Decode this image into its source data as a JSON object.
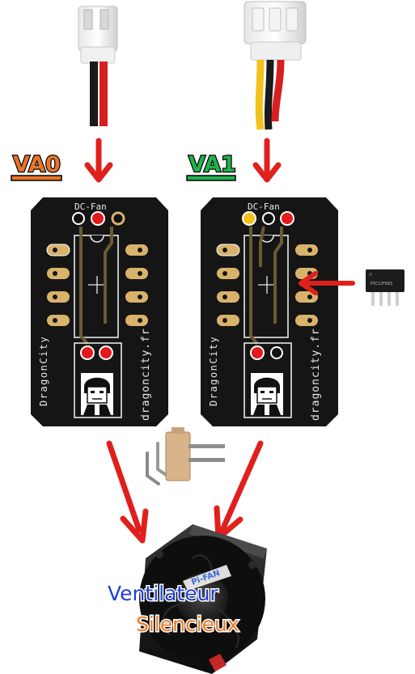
{
  "labels": {
    "variant_a": "VA0",
    "variant_b": "VA1",
    "pcb_header": "DC-Fan",
    "brand_left": "DragonCity",
    "brand_right": "dragoncity.fr",
    "fan_brand": "Pi-FAN",
    "fan_line1": "Ventilateur",
    "fan_line2": "Silencieux",
    "chip_text": "PIC12F683"
  },
  "colors": {
    "variant_a_tag": "#e8742a",
    "variant_b_tag": "#22b14c",
    "arrow": "#e0201c",
    "pcb": "#151515",
    "pad": "#d9b36a",
    "fan_line1": "#1e3fd8",
    "fan_line2": "#ee7a22"
  },
  "icons": [
    "two-pin-connector-icon",
    "three-pin-connector-icon",
    "arrow-down-icon",
    "arrow-left-icon",
    "ic-chip-icon",
    "right-angle-header-icon",
    "fan-icon",
    "avatar-logo-icon"
  ]
}
